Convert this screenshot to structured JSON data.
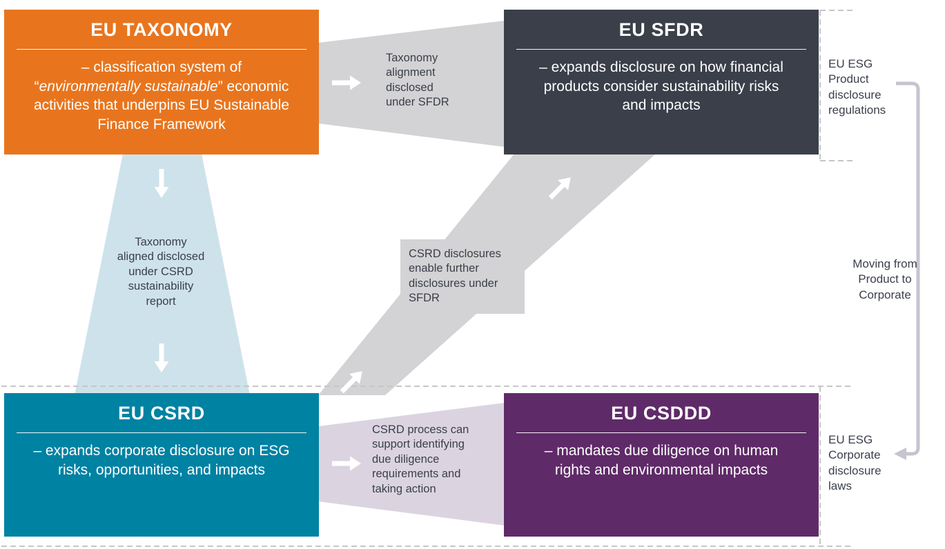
{
  "colors": {
    "taxonomy_bg": "#E8751E",
    "sfdr_bg": "#3A3F4A",
    "csrd_bg": "#0082A3",
    "csddd_bg": "#5F2A68",
    "connector_gray": "#D3D2D4",
    "connector_blue": "#CEE2EB",
    "connector_lavender": "#DBD4E0",
    "dashed_line": "#C6C6C6",
    "side_arrow": "#C7C3D0",
    "text_dark": "#3A3F4A",
    "white": "#FFFFFF"
  },
  "boxes": {
    "taxonomy": {
      "title": "EU TAXONOMY",
      "body_prefix": "– classification system of\n“",
      "body_italic": "environmentally sustainable",
      "body_suffix": "” economic\nactivities that underpins EU Sustainable\nFinance Framework"
    },
    "sfdr": {
      "title": "EU SFDR",
      "body": "– expands disclosure on how financial\nproducts consider sustainability risks\nand impacts"
    },
    "csrd": {
      "title": "EU CSRD",
      "body": "– expands corporate disclosure on ESG\nrisks, opportunities, and impacts"
    },
    "csddd": {
      "title": "EU CSDDD",
      "body": "– mandates due diligence on human\nrights and environmental impacts"
    }
  },
  "connectors": {
    "taxonomy_to_sfdr": "Taxonomy\nalignment\ndisclosed\nunder SFDR",
    "taxonomy_to_csrd": "Taxonomy\naligned disclosed\nunder CSRD\nsustainability\nreport",
    "csrd_to_sfdr": "CSRD disclosures\nenable further\ndisclosures under\nSFDR",
    "csrd_to_csddd": "CSRD process can\nsupport identifying\ndue diligence\nrequirements and\ntaking action"
  },
  "side_labels": {
    "product": "EU ESG\nProduct\ndisclosure\nregulations",
    "transition": "Moving from\nProduct to\nCorporate",
    "corporate": "EU ESG\nCorporate\ndisclosure\nlaws"
  }
}
